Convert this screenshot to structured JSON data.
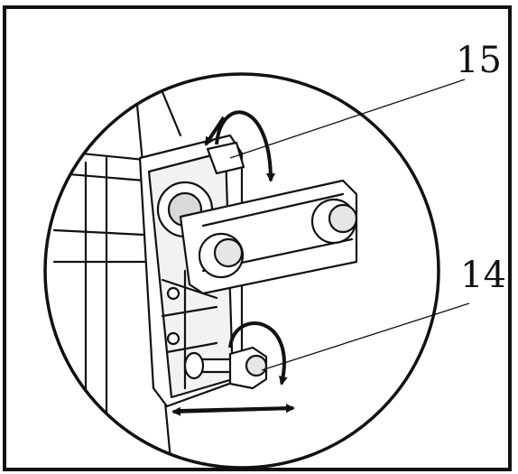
{
  "callouts": [
    {
      "number": "15",
      "refers_to": "upper-bracket-bolt"
    },
    {
      "number": "14",
      "refers_to": "lower-adjustment-bolt"
    }
  ],
  "colors": {
    "ink": "#111111",
    "paper": "#ffffff",
    "shade": "#d9d9d9"
  }
}
